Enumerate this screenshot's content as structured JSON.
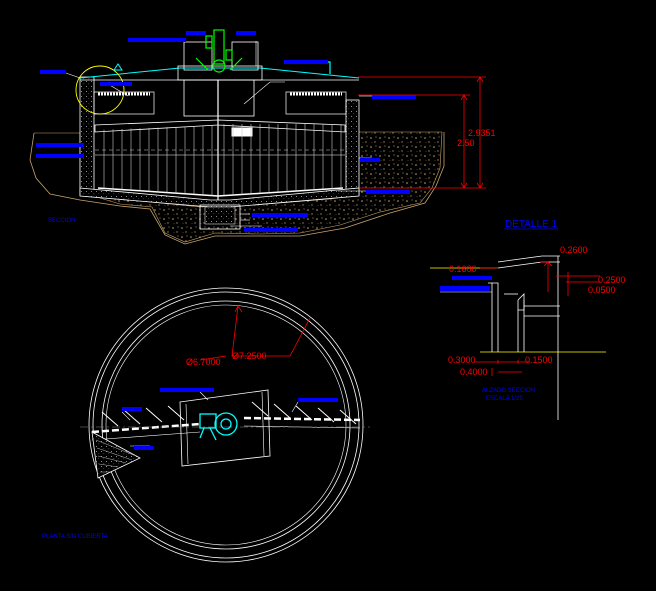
{
  "labels": {
    "section": "SECCION",
    "plan": "PLANTA SIN CUBIERTA",
    "detail_title": "DETALLE 1",
    "elevation_line1": "ALZADO SECCION",
    "elevation_line2": "ESCALA 1/25"
  },
  "dimensions": {
    "dim_29351": "2.9351",
    "dim_250": "2.50",
    "dia_inner": "Ø6.7000",
    "dia_outer": "Ø7.2500",
    "d_2600": "0.2600",
    "d_1600": "0.1600",
    "d_2500": "0.2500",
    "d_0500": "0.0500",
    "d_3000": "0.3000",
    "d_1500": "0.1500",
    "d_4000": "0.4000"
  },
  "colors": {
    "background": "#000000",
    "structure": "#ffffff",
    "dimension": "#ff0000",
    "leader_tag": "#0000ff",
    "ground": "#c9a46a",
    "cyan": "#00ffff",
    "mechanism": "#00ff00",
    "grid": "#cccccc",
    "yellow": "#ffff00"
  }
}
